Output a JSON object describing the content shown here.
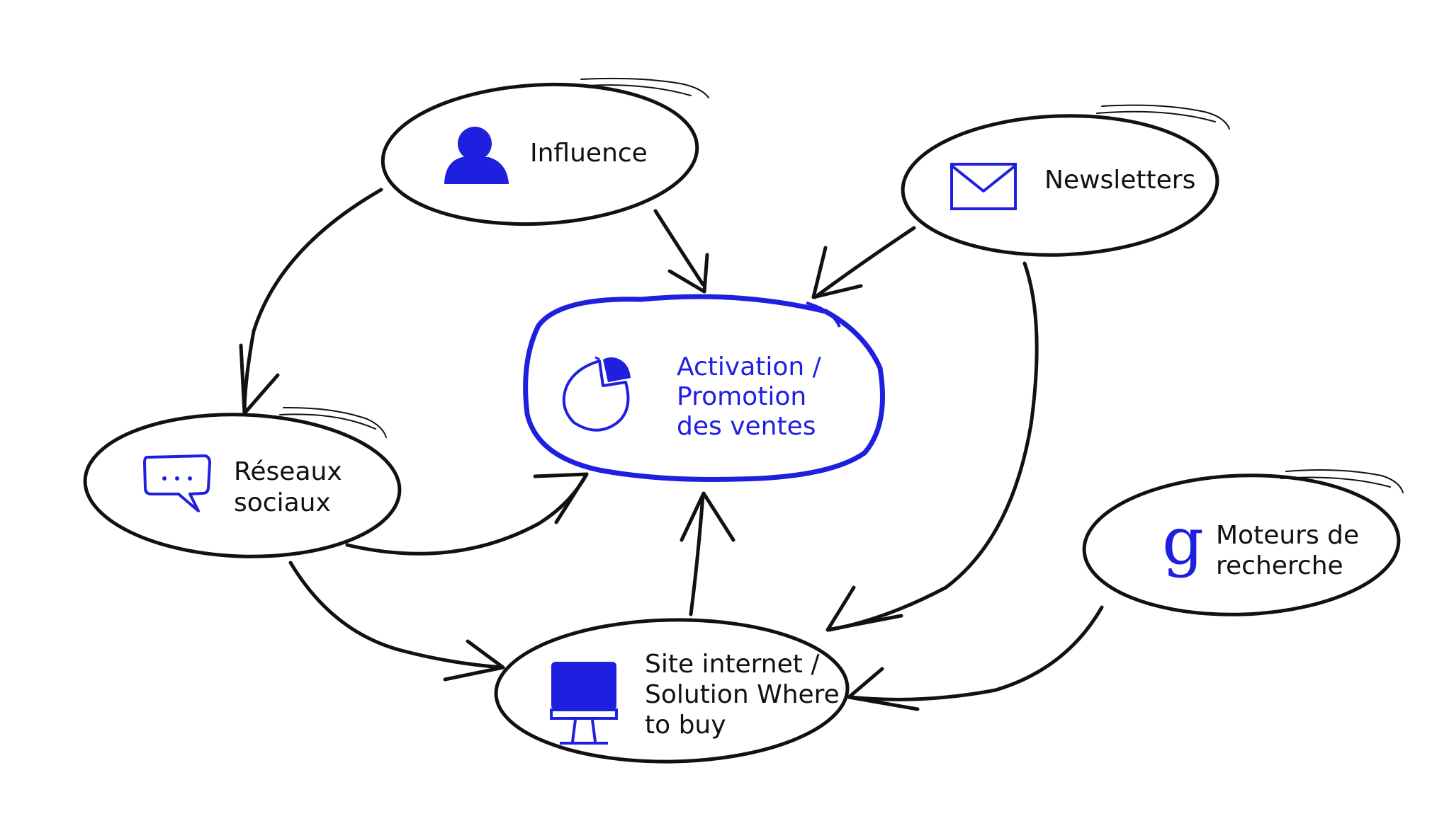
{
  "colors": {
    "ink": "#111111",
    "accent": "#1f1fe0",
    "background": "#ffffff"
  },
  "center": {
    "lines": [
      "Activation /",
      "Promotion",
      "des ventes"
    ],
    "icon": "pie-chart-icon"
  },
  "nodes": {
    "influence": {
      "lines": [
        "Influence"
      ],
      "icon": "person-icon"
    },
    "newsletters": {
      "lines": [
        "Newsletters"
      ],
      "icon": "envelope-icon"
    },
    "reseaux": {
      "lines": [
        "Réseaux",
        "sociaux"
      ],
      "icon": "chat-bubble-icon"
    },
    "site": {
      "lines": [
        "Site internet /",
        "Solution Where",
        "to buy"
      ],
      "icon": "monitor-icon"
    },
    "moteurs": {
      "lines": [
        "Moteurs de",
        "recherche"
      ],
      "icon": "google-g-icon"
    }
  }
}
